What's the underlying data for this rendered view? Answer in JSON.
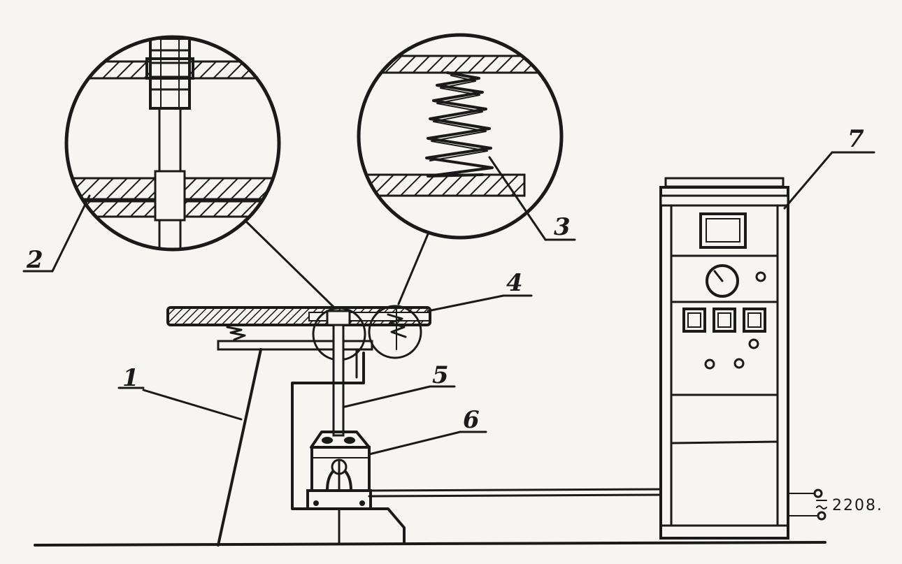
{
  "labels": {
    "l1": "1",
    "l2": "2",
    "l3": "3",
    "l4": "4",
    "l5": "5",
    "l6": "6",
    "l7": "7"
  },
  "voltage": "2208.",
  "colors": {
    "ink": "#1a1a1a",
    "paper": "#f6f5f1"
  }
}
